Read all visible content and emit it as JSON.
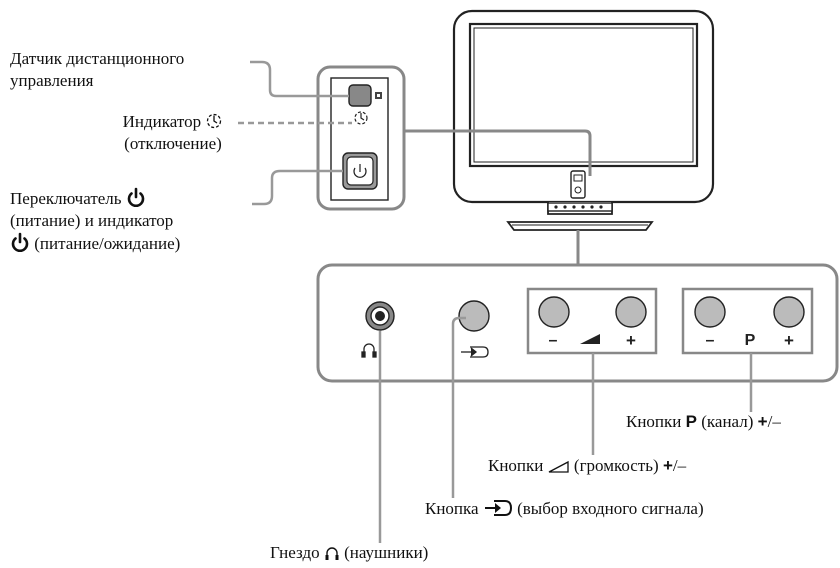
{
  "labels": {
    "remote_sensor": [
      "Датчик дистанционного",
      "управления"
    ],
    "off_indicator": {
      "prefix": "Индикатор",
      "line2": "(отключение)"
    },
    "power_switch": {
      "line1_prefix": "Переключатель",
      "line2": "(питание) и индикатор",
      "line3_suffix": "(питание/ожидание)"
    },
    "channel_buttons": {
      "prefix": "Кнопки",
      "bold": "P",
      "middle": "(канал)",
      "suffix_bold": "+",
      "suffix": "/–"
    },
    "volume_buttons": {
      "prefix": "Кнопки",
      "middle": "(громкость)",
      "suffix_bold": "+",
      "suffix": "/–"
    },
    "input_button": {
      "prefix": "Кнопка",
      "suffix": "(выбор входного сигнала)"
    },
    "headphone_jack": {
      "prefix": "Гнездо",
      "suffix": "(наушники)"
    }
  },
  "panel": {
    "volume_minus": "–",
    "volume_plus": "+",
    "channel_minus": "–",
    "channel_letter": "P",
    "channel_plus": "+"
  },
  "icons": [
    "tv-icon",
    "remote-sensor-icon",
    "off-timer-indicator-icon",
    "power-icon",
    "headphone-icon",
    "input-select-icon",
    "volume-icon"
  ]
}
